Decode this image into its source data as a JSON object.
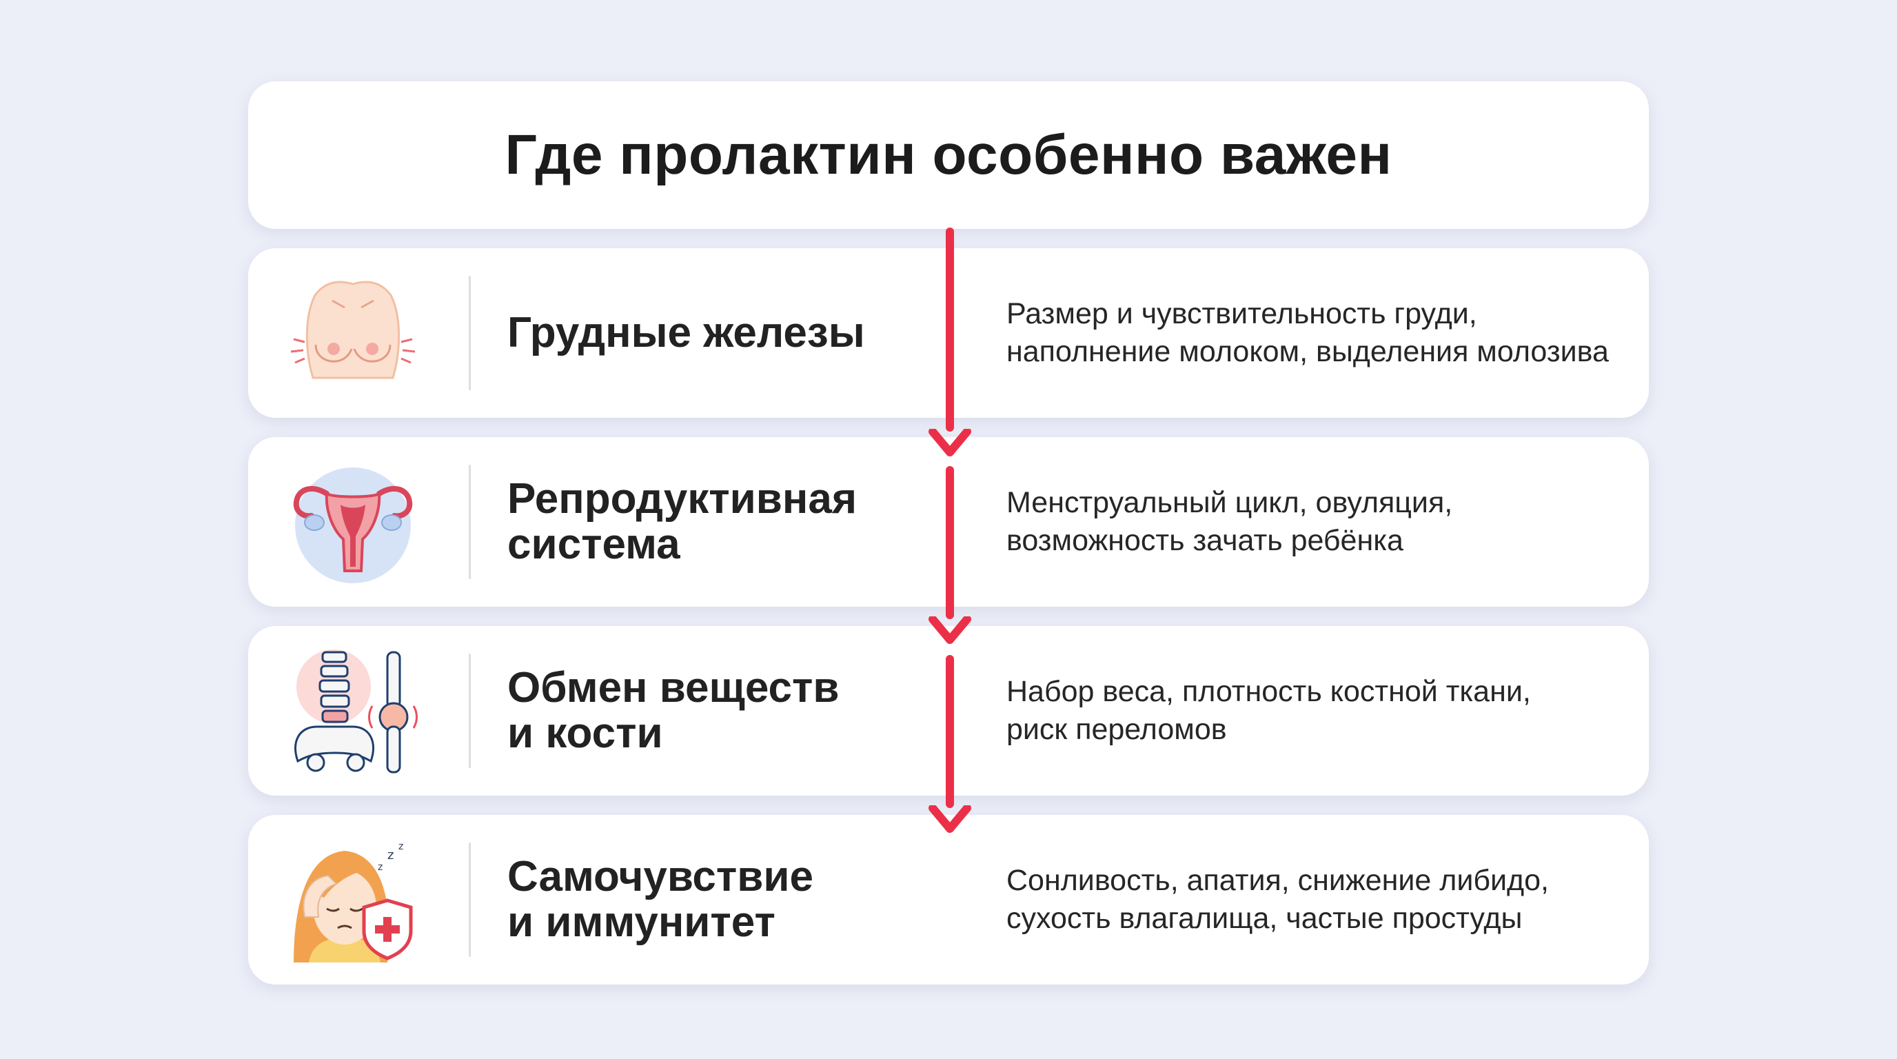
{
  "title": "Где пролактин особенно важен",
  "rows": [
    {
      "icon": "breast-icon",
      "label": [
        "Грудные железы"
      ],
      "description": [
        "Размер и чувствительность груди,",
        "наполнение молоком, выделения молозива"
      ]
    },
    {
      "icon": "uterus-icon",
      "label": [
        "Репродуктивная",
        "система"
      ],
      "description": [
        "Менструальный цикл, овуляция,",
        "возможность зачать ребёнка"
      ]
    },
    {
      "icon": "bones-icon",
      "label": [
        "Обмен веществ",
        "и кости"
      ],
      "description": [
        "Набор веса, плотность костной ткани,",
        "риск переломов"
      ]
    },
    {
      "icon": "tired-woman-shield-icon",
      "label": [
        "Самочувствие",
        "и иммунитет"
      ],
      "description": [
        "Сонливость, апатия, снижение либидо,",
        "сухость влагалища, частые простуды"
      ]
    }
  ],
  "colors": {
    "background": "#eceef8",
    "card": "#ffffff",
    "arrow": "#ec2f48",
    "text": "#222222"
  }
}
